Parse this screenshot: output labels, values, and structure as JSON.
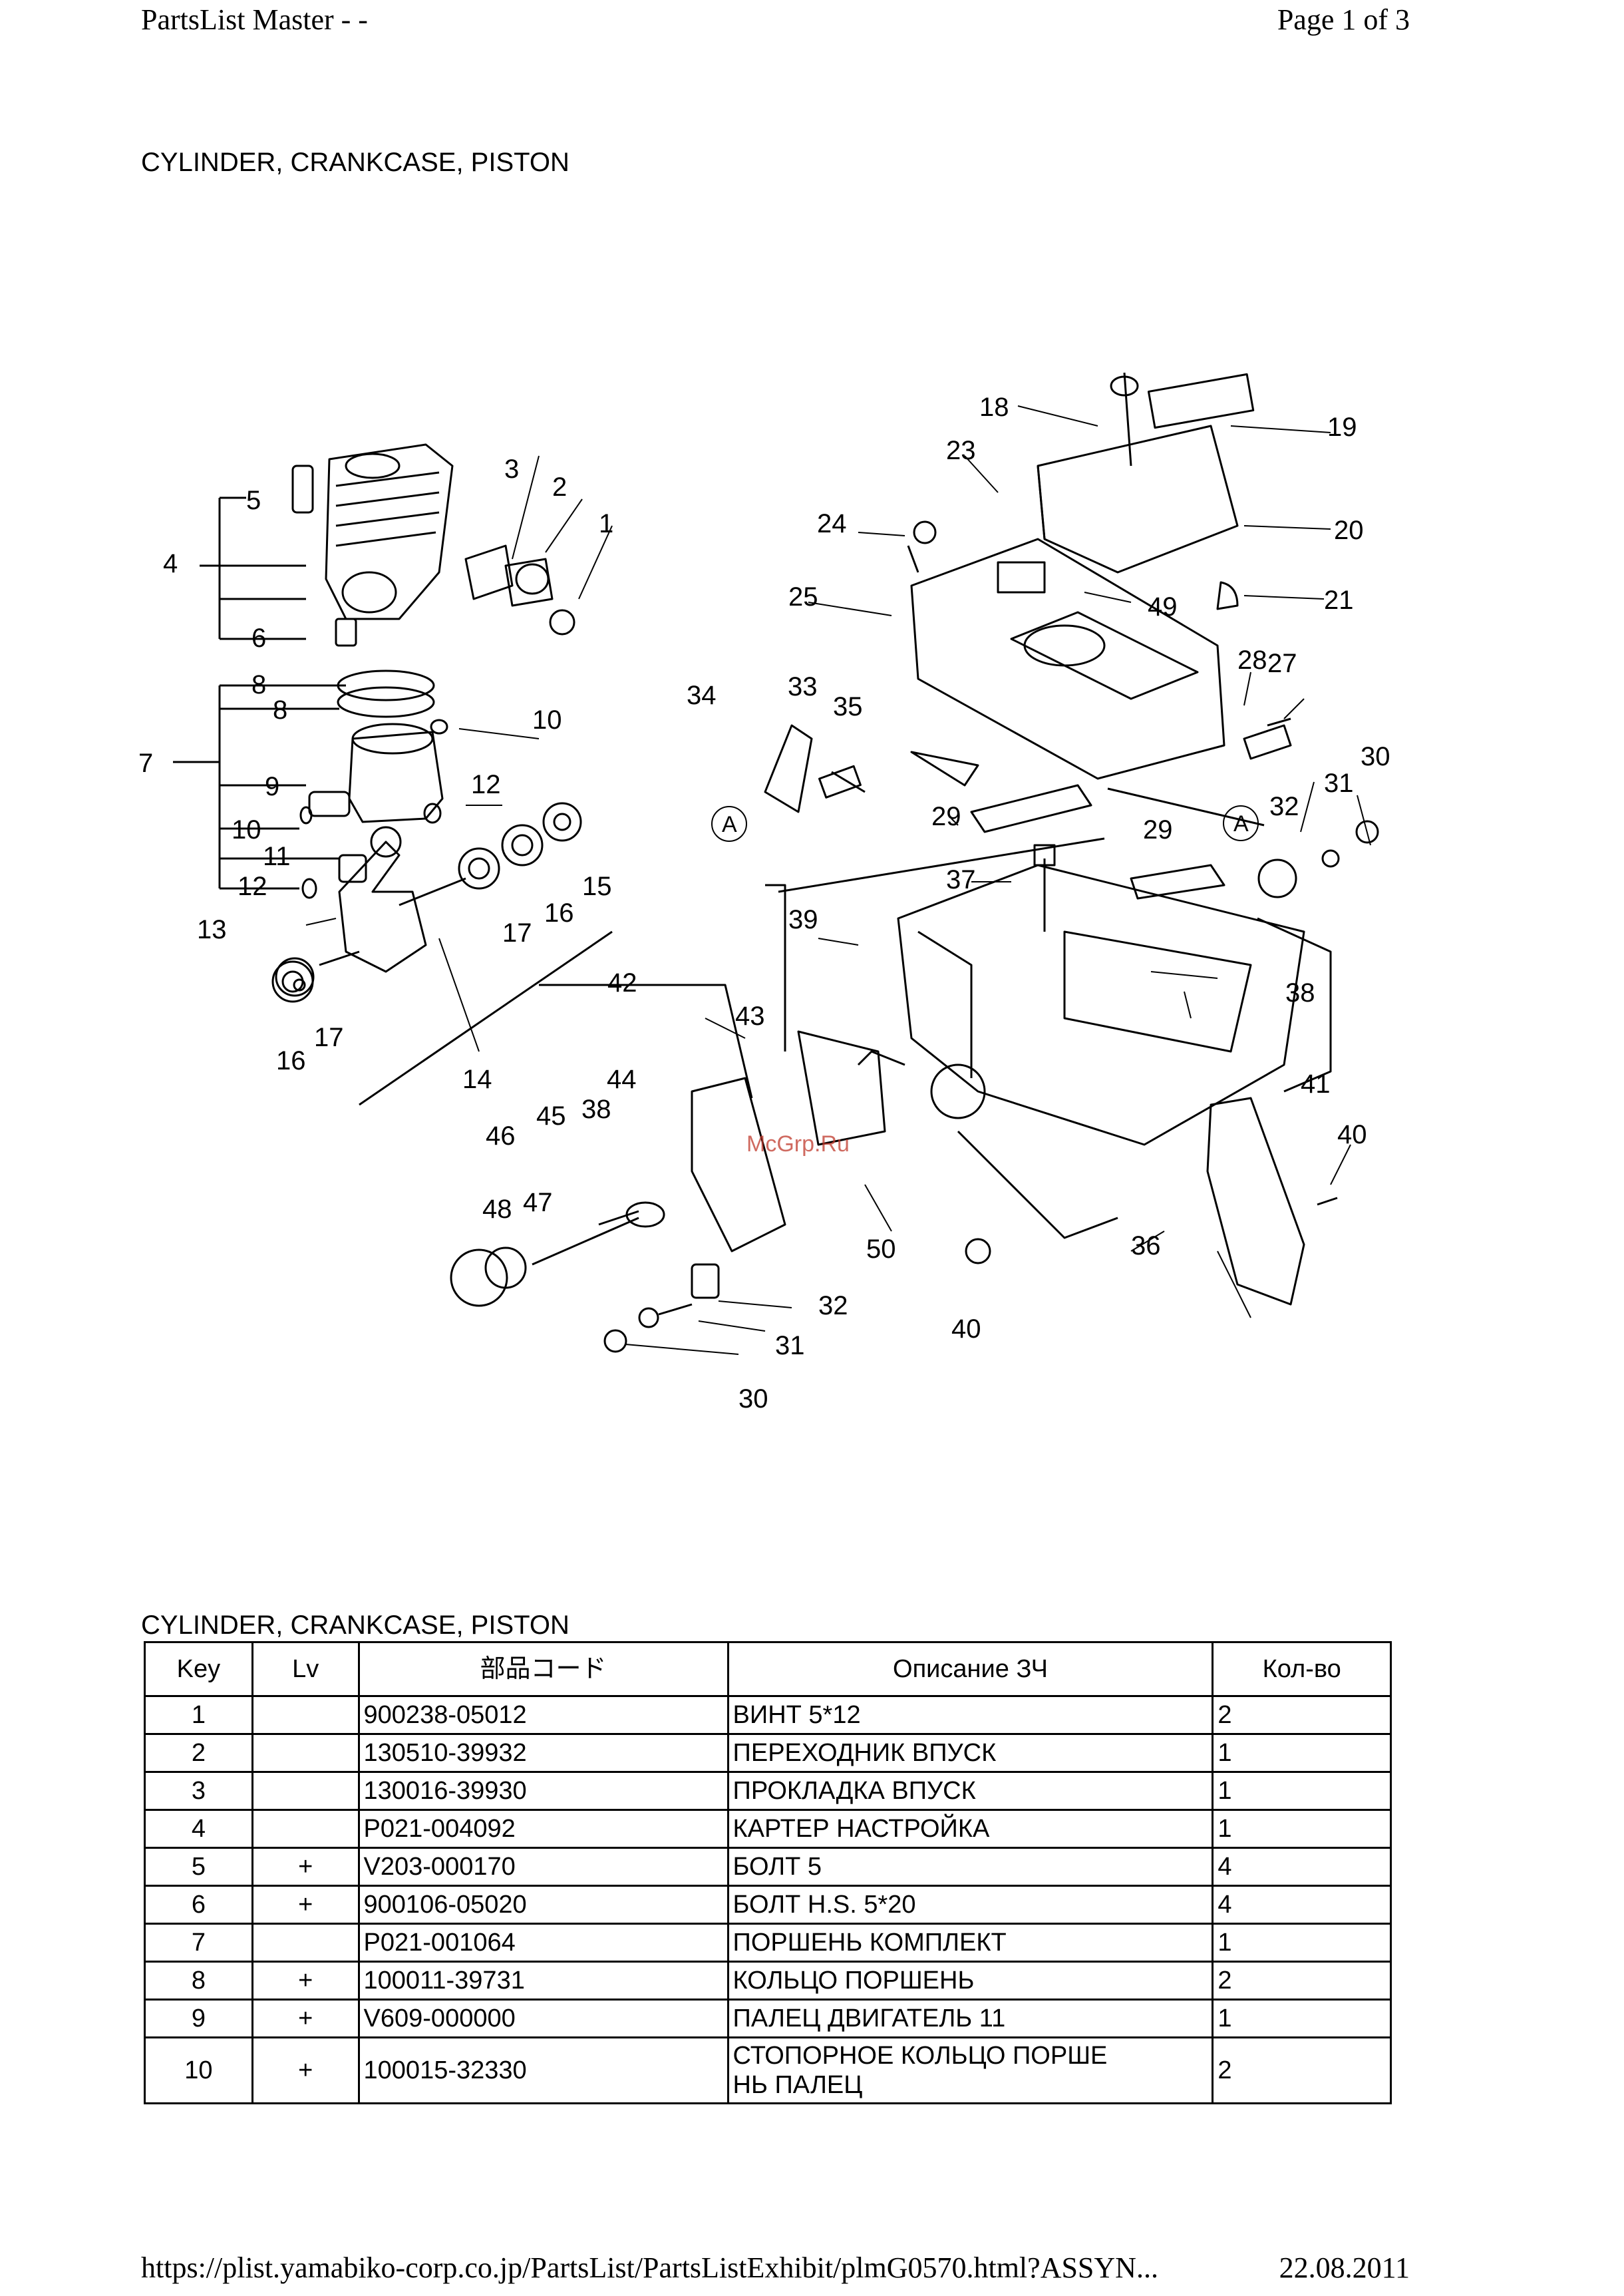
{
  "header": {
    "left": "PartsList Master - -",
    "right": "Page 1 of 3"
  },
  "diagram_title": "CYLINDER, CRANKCASE, PISTON",
  "watermark": "McGrp.Ru",
  "diagram_labels": [
    "1",
    "2",
    "3",
    "4",
    "5",
    "6",
    "7",
    "8",
    "8",
    "9",
    "10",
    "10",
    "11",
    "12",
    "12",
    "13",
    "14",
    "15",
    "16",
    "16",
    "17",
    "17",
    "18",
    "19",
    "20",
    "21",
    "23",
    "24",
    "25",
    "27",
    "28",
    "29",
    "29",
    "30",
    "30",
    "31",
    "31",
    "32",
    "32",
    "33",
    "34",
    "35",
    "36",
    "37",
    "38",
    "38",
    "39",
    "40",
    "40",
    "41",
    "42",
    "43",
    "44",
    "45",
    "46",
    "47",
    "48",
    "49",
    "50",
    "A",
    "A"
  ],
  "table": {
    "title": "CYLINDER, CRANKCASE, PISTON",
    "headers": {
      "key": "Key",
      "lv": "Lv",
      "code": "部品コード",
      "desc": "Описание ЗЧ",
      "qty": "Кол-во"
    },
    "rows": [
      {
        "key": "1",
        "lv": "",
        "code": "900238-05012",
        "desc": "ВИНТ 5*12",
        "qty": "2"
      },
      {
        "key": "2",
        "lv": "",
        "code": "130510-39932",
        "desc": "ПЕРЕХОДНИК ВПУСК",
        "qty": "1"
      },
      {
        "key": "3",
        "lv": "",
        "code": "130016-39930",
        "desc": "ПРОКЛАДКА ВПУСК",
        "qty": "1"
      },
      {
        "key": "4",
        "lv": "",
        "code": "P021-004092",
        "desc": "КАРТЕР НАСТРОЙКА",
        "qty": "1"
      },
      {
        "key": "5",
        "lv": "+",
        "code": "V203-000170",
        "desc": "БОЛТ 5",
        "qty": "4"
      },
      {
        "key": "6",
        "lv": "+",
        "code": "900106-05020",
        "desc": "БОЛТ H.S. 5*20",
        "qty": "4"
      },
      {
        "key": "7",
        "lv": "",
        "code": "P021-001064",
        "desc": "ПОРШЕНЬ КОМПЛЕКТ",
        "qty": "1"
      },
      {
        "key": "8",
        "lv": "+",
        "code": "100011-39731",
        "desc": "КОЛЬЦО ПОРШЕНЬ",
        "qty": "2"
      },
      {
        "key": "9",
        "lv": "+",
        "code": "V609-000000",
        "desc": "ПАЛЕЦ ДВИГАТЕЛЬ 11",
        "qty": "1"
      },
      {
        "key": "10",
        "lv": "+",
        "code": "100015-32330",
        "desc": "СТОПОРНОЕ КОЛЬЦО ПОРШЕ\nНЬ ПАЛЕЦ",
        "qty": "2"
      }
    ]
  },
  "footer": {
    "url": "https://plist.yamabiko-corp.co.jp/PartsList/PartsListExhibit/plmG0570.html?ASSYN...",
    "date": "22.08.2011"
  }
}
